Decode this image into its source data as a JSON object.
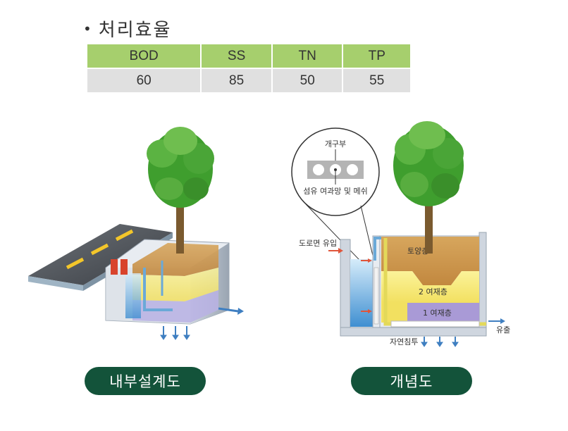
{
  "section": {
    "bullet": "•",
    "title": "처리효율"
  },
  "efficiency_table": {
    "headers": [
      "BOD",
      "SS",
      "TN",
      "TP"
    ],
    "values": [
      "60",
      "85",
      "50",
      "55"
    ]
  },
  "captions": {
    "left": "내부설계도",
    "right": "개념도"
  },
  "concept_labels": {
    "opening": "개구부",
    "fiber_filter": "섬유 여과망 및 메쉬",
    "road_inflow": "도로면 유입",
    "soil_layer": "토양층",
    "filter_layer_2": "2 여재층",
    "filter_layer_1": "1 여재층",
    "outflow": "유출",
    "infiltration": "자연침투"
  },
  "colors": {
    "header_green": "#a6cf6d",
    "cell_gray": "#e0e0e0",
    "caption_dark_green": "#13533a",
    "leaf_green": "#3f9e2e",
    "trunk_brown": "#7a5a2f",
    "water_blue": "#3f8fd1",
    "soil_brown": "#c8924a",
    "media_yellow": "#f5e870",
    "media_purple": "#a99ad6",
    "arrow_red": "#e0553a"
  }
}
